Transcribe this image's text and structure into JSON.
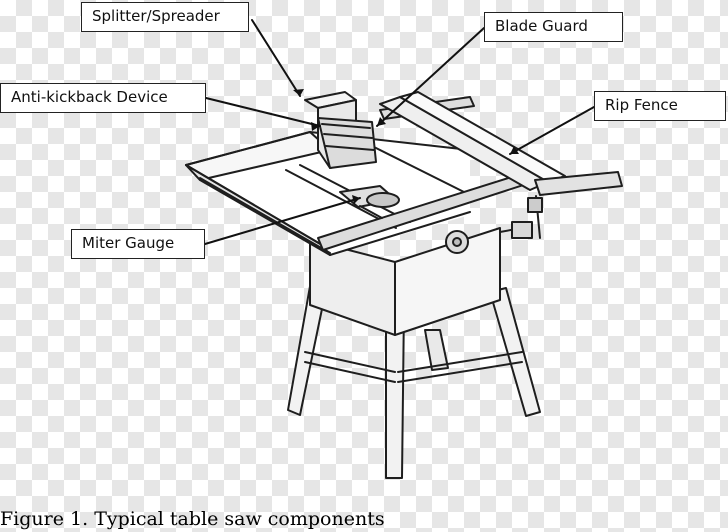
{
  "labels": {
    "splitter": "Splitter/Spreader",
    "blade_guard": "Blade Guard",
    "anti_kickback": "Anti-kickback Device",
    "rip_fence": "Rip Fence",
    "miter_gauge": "Miter Gauge"
  },
  "caption": "Figure 1. Typical table saw components"
}
